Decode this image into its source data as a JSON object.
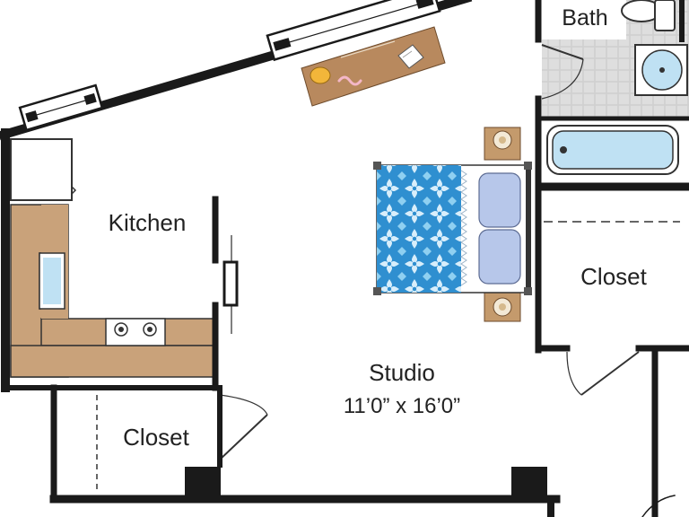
{
  "rooms": {
    "bath": "Bath",
    "kitchen": "Kitchen",
    "closet_right": "Closet",
    "closet_left": "Closet",
    "studio": "Studio",
    "studio_size": "11’0” x 16’0”"
  },
  "colors": {
    "wall": "#1a1a1a",
    "counter": "#c9a27a",
    "bath_tile": "#d4d4d4",
    "fixture_blue": "#bfe1f3",
    "bedspread": "#2f8fd0",
    "pillow": "#b7c7ea",
    "desk": "#b8895e",
    "nightstand": "#c49a6c"
  }
}
